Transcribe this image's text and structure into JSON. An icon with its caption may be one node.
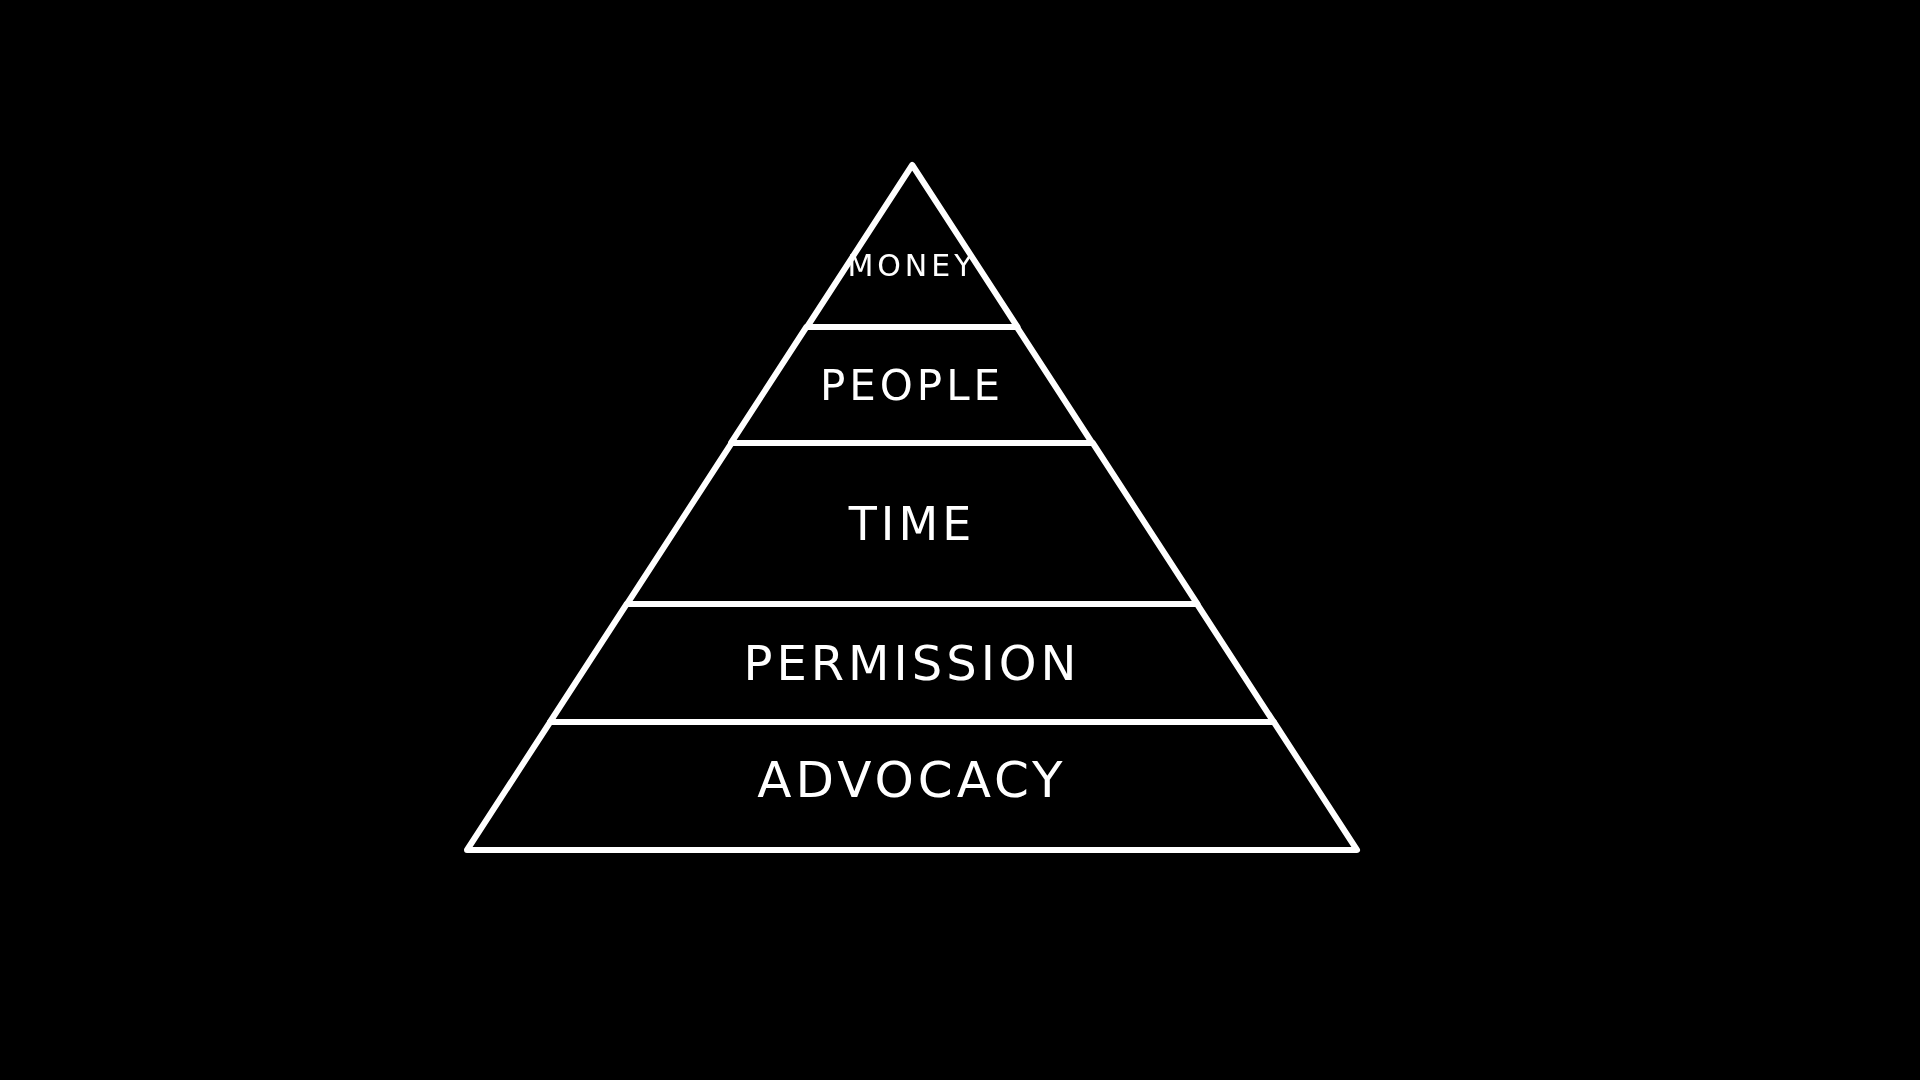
{
  "diagram": {
    "nodes": [
      {
        "text": [
          "MONEY"
        ]
      },
      {
        "text": [
          "PEOPLE"
        ]
      },
      {
        "text": [
          "TIME"
        ]
      },
      {
        "text": [
          "PERMISSION"
        ]
      },
      {
        "text": [
          "ADVOCACY"
        ]
      }
    ]
  }
}
